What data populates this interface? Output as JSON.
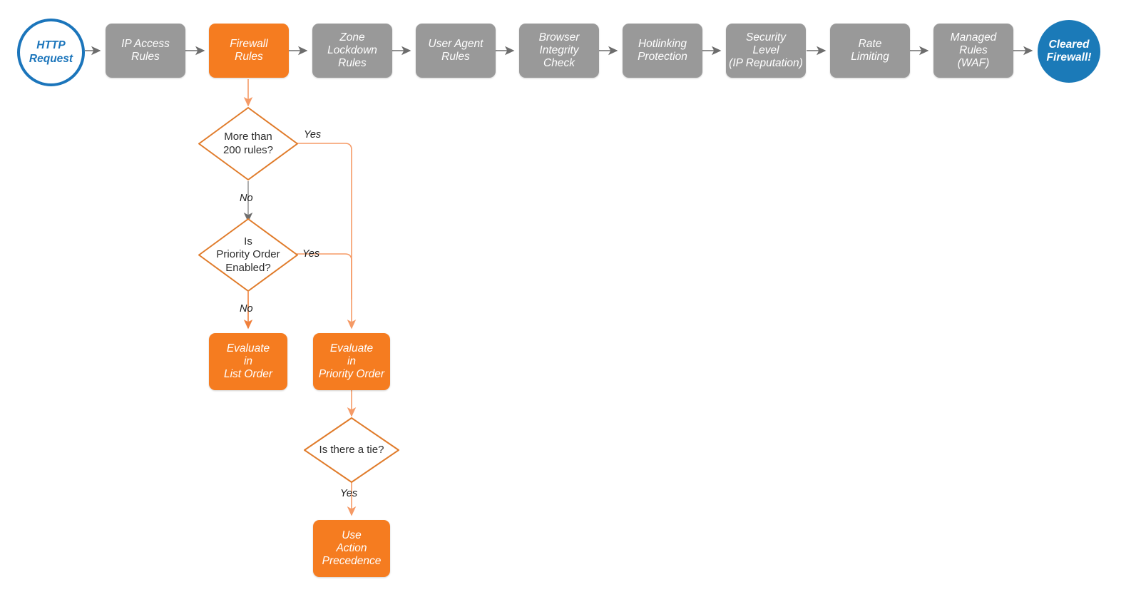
{
  "diagram": {
    "title": "Cloudflare Firewall Rules Evaluation Order",
    "colors": {
      "gray": "#999999",
      "orange": "#F57C20",
      "orange_line": "#E87722",
      "orange_light": "#F6A06A",
      "blue": "#1b75bb",
      "blue_fill": "#1b7ab8",
      "gray_line": "#6d6d6d",
      "text_dark": "#2b2b2b",
      "white": "#ffffff"
    },
    "pipeline": [
      {
        "id": "http-request",
        "label": "HTTP\nRequest",
        "shape": "circle",
        "style": "start"
      },
      {
        "id": "ip-access-rules",
        "label": "IP Access\nRules",
        "shape": "box",
        "style": "gray"
      },
      {
        "id": "firewall-rules",
        "label": "Firewall\nRules",
        "shape": "box",
        "style": "orange"
      },
      {
        "id": "zone-lockdown-rules",
        "label": "Zone\nLockdown\nRules",
        "shape": "box",
        "style": "gray"
      },
      {
        "id": "user-agent-rules",
        "label": "User Agent\nRules",
        "shape": "box",
        "style": "gray"
      },
      {
        "id": "browser-integrity-check",
        "label": "Browser\nIntegrity\nCheck",
        "shape": "box",
        "style": "gray"
      },
      {
        "id": "hotlinking-protection",
        "label": "Hotlinking\nProtection",
        "shape": "box",
        "style": "gray"
      },
      {
        "id": "security-level",
        "label": "Security\nLevel\n(IP Reputation)",
        "shape": "box",
        "style": "gray"
      },
      {
        "id": "rate-limiting",
        "label": "Rate\nLimiting",
        "shape": "box",
        "style": "gray"
      },
      {
        "id": "managed-rules-waf",
        "label": "Managed\nRules\n(WAF)",
        "shape": "box",
        "style": "gray"
      },
      {
        "id": "cleared-firewall",
        "label": "Cleared\nFirewall!",
        "shape": "circle",
        "style": "end"
      }
    ],
    "decisions": [
      {
        "id": "more-than-200-rules",
        "label": "More than\n200 rules?"
      },
      {
        "id": "is-priority-order-enabled",
        "label": "Is\nPriority Order\nEnabled?"
      },
      {
        "id": "is-there-a-tie",
        "label": "Is there a tie?"
      }
    ],
    "outcomes": [
      {
        "id": "evaluate-in-list-order",
        "label": "Evaluate\nin\nList Order"
      },
      {
        "id": "evaluate-in-priority-order",
        "label": "Evaluate\nin\nPriority Order"
      },
      {
        "id": "use-action-precedence",
        "label": "Use\nAction\nPrecedence"
      }
    ],
    "edge_labels": {
      "more_than_200_yes": "Yes",
      "more_than_200_no": "No",
      "priority_order_yes": "Yes",
      "priority_order_no": "No",
      "tie_yes": "Yes"
    }
  }
}
